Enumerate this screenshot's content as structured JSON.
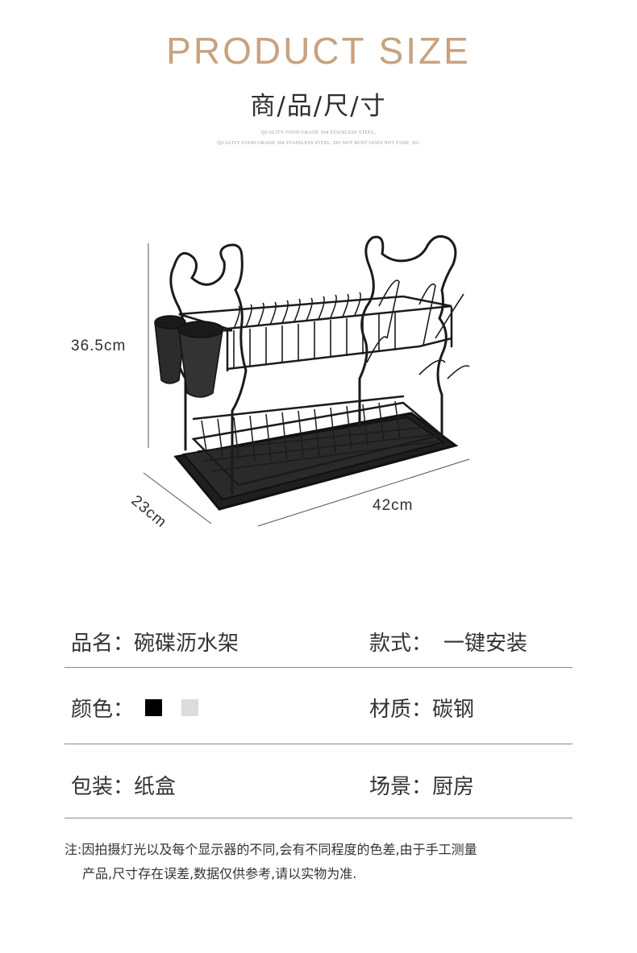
{
  "header": {
    "title_en": "PRODUCT SIZE",
    "title_cn": "商/品/尺/寸",
    "fine_line_1": "QUALITY FOOD GRADE 304 STAINLESS STEEL,",
    "fine_line_2": "QUALITY FOOD GRADE 304 STAINLESS STEEL, DO NOT RUST DOES NOT FADE, DU"
  },
  "dimensions": {
    "height": "36.5cm",
    "depth": "23cm",
    "width": "42cm"
  },
  "colors": {
    "title_accent": "#c8a27f",
    "rack": "#1b1b1b",
    "swatch_black": "#000000",
    "swatch_gray": "#dcdcdc"
  },
  "specs": {
    "name_label": "品名：",
    "name_value": "碗碟沥水架",
    "style_label": "款式：",
    "style_value": "一键安装",
    "color_label": "颜色：",
    "material_label": "材质：",
    "material_value": "碳钢",
    "package_label": "包装：",
    "package_value": "纸盒",
    "scene_label": "场景：",
    "scene_value": "厨房"
  },
  "note": {
    "line1": "注:因拍摄灯光以及每个显示器的不同,会有不同程度的色差,由于手工测量",
    "line2": "产品,尺寸存在误差,数据仅供参考,请以实物为准."
  }
}
